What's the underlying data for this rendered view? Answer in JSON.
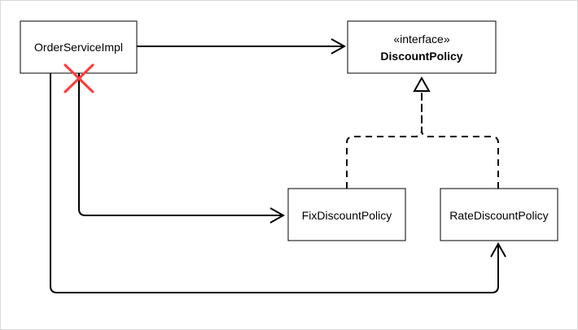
{
  "nodes": {
    "order_service": {
      "label": "OrderServiceImpl"
    },
    "discount_policy": {
      "stereotype": "«interface»",
      "label": "DiscountPolicy"
    },
    "fix_policy": {
      "label": "FixDiscountPolicy"
    },
    "rate_policy": {
      "label": "RateDiscountPolicy"
    }
  },
  "edges": [
    {
      "from": "order_service",
      "to": "discount_policy",
      "kind": "association"
    },
    {
      "from": "order_service",
      "to": "fix_policy",
      "kind": "association",
      "crossed_out": true
    },
    {
      "from": "order_service",
      "to": "rate_policy",
      "kind": "association"
    },
    {
      "from": "fix_policy",
      "to": "discount_policy",
      "kind": "realization"
    },
    {
      "from": "rate_policy",
      "to": "discount_policy",
      "kind": "realization"
    }
  ],
  "colors": {
    "stroke": "#000000",
    "cross": "#ff3b3b",
    "background": "#ffffff",
    "frame": "#d9d9d9"
  }
}
